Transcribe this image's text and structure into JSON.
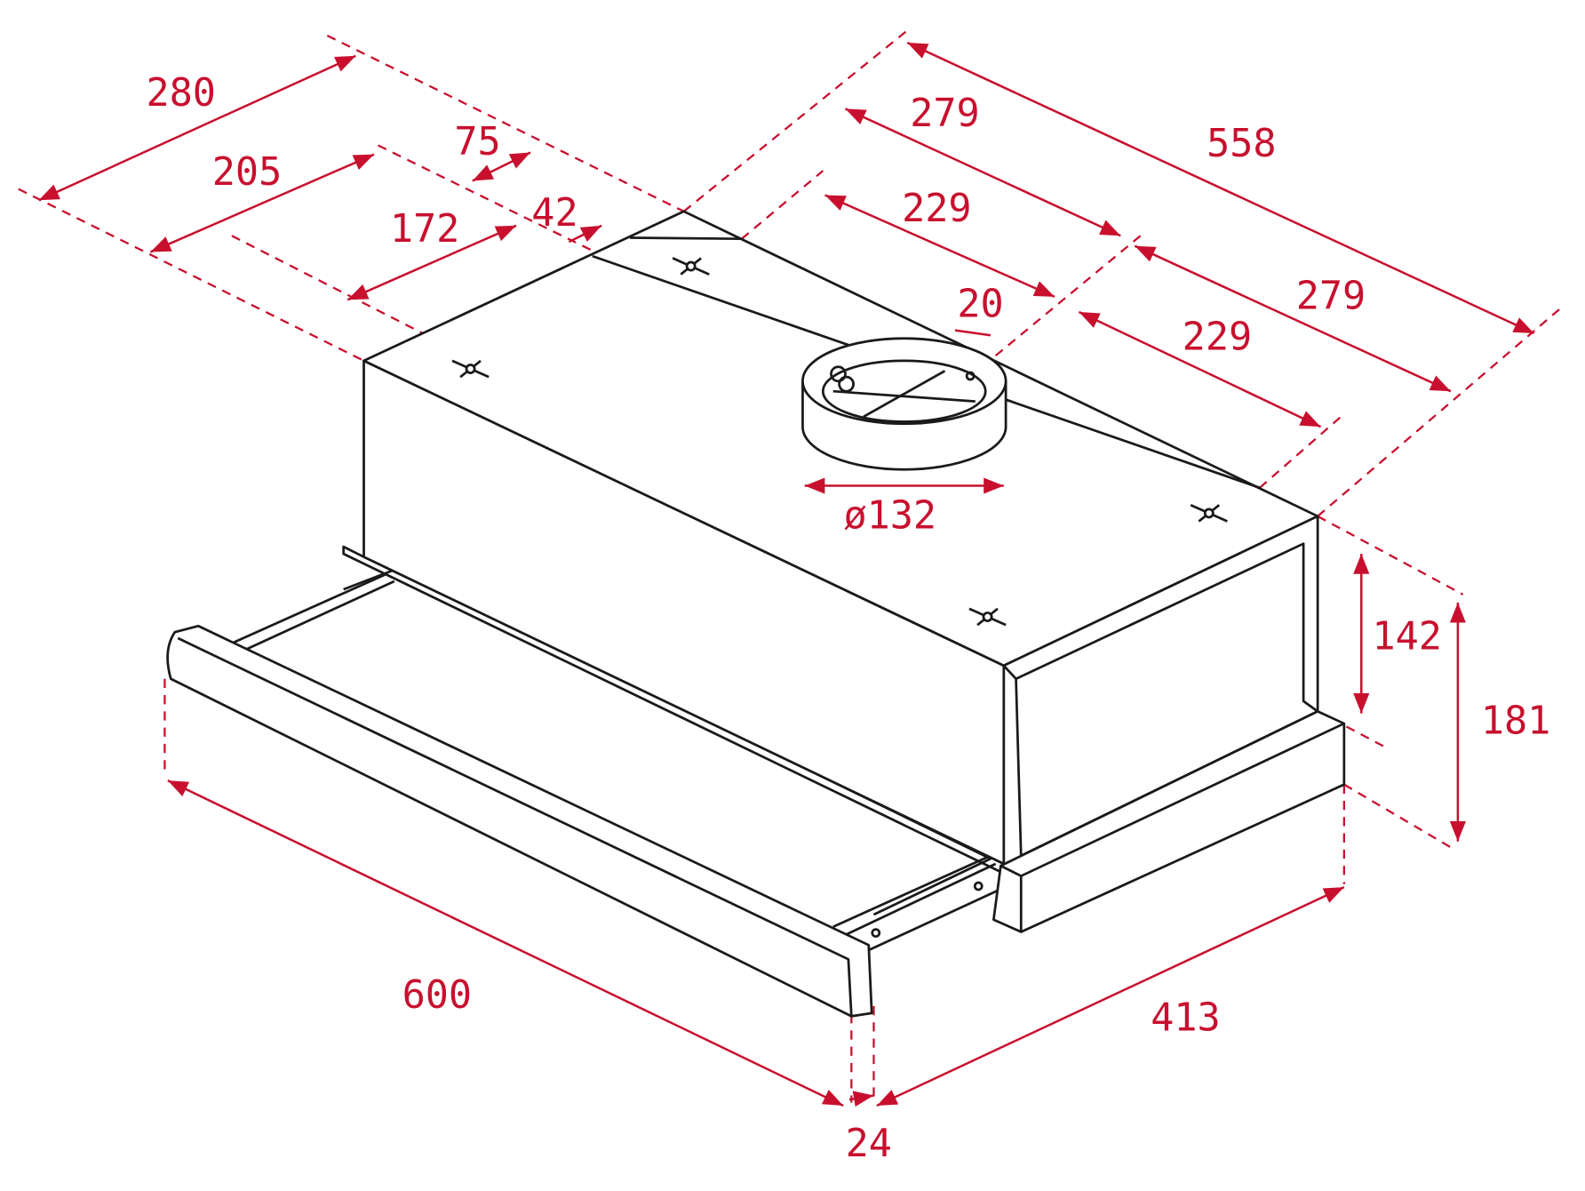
{
  "title": "Range hood dimension drawing",
  "accent_color": "#c8102e",
  "dimensions": {
    "d280": "280",
    "d205": "205",
    "d172": "172",
    "d75": "75",
    "d42": "42",
    "d279a": "279",
    "d558": "558",
    "d229a": "229",
    "d20": "20",
    "d279b": "279",
    "d229b": "229",
    "d132": "ø132",
    "d142": "142",
    "d181": "181",
    "d600": "600",
    "d413": "413",
    "d24": "24"
  }
}
